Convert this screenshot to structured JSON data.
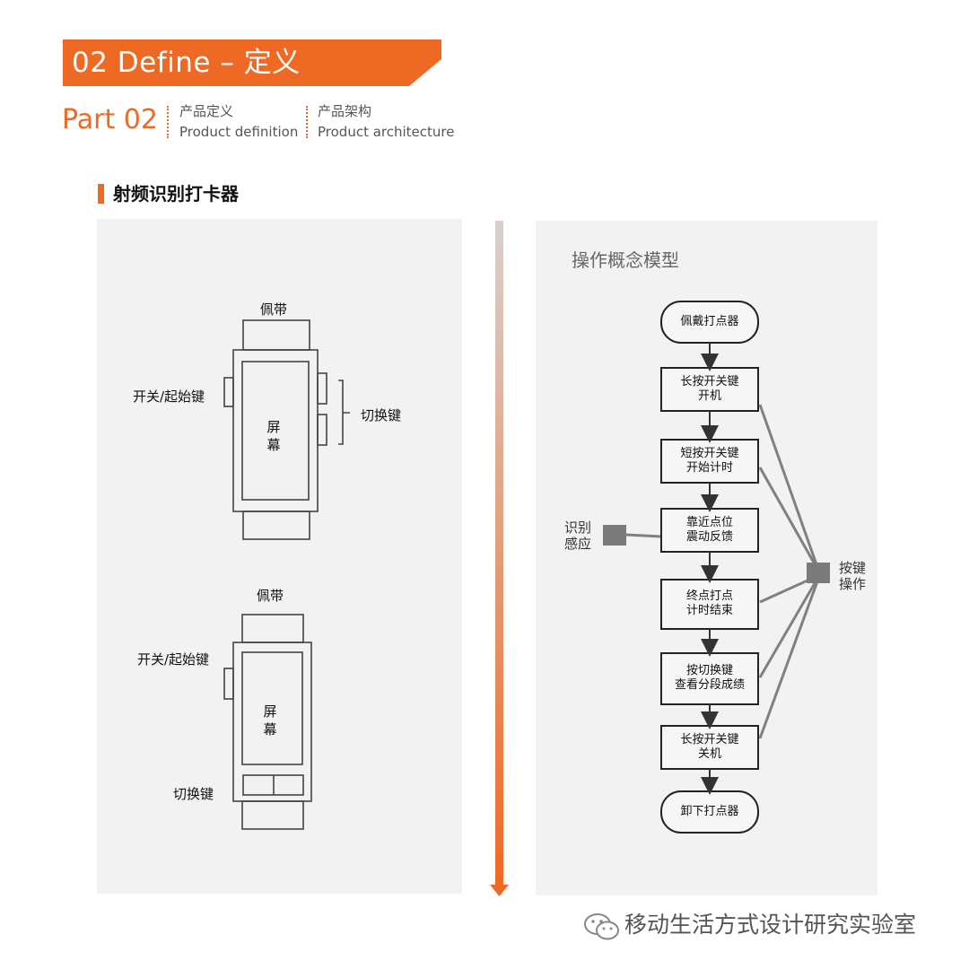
{
  "header": {
    "banner_title": "02  Define – 定义",
    "part_label": "Part 02",
    "sections": [
      {
        "zh": "产品定义",
        "en": "Product definition"
      },
      {
        "zh": "产品架构",
        "en": "Product architecture"
      }
    ]
  },
  "section_title": "射频识别打卡器",
  "device_top": {
    "strap": "佩带",
    "power_start_key": "开关/起始键",
    "switch_key": "切换键",
    "screen": [
      "屏",
      "幕"
    ]
  },
  "device_bottom": {
    "strap": "佩带",
    "power_start_key": "开关/起始键",
    "switch_key": "切换键",
    "screen": [
      "屏",
      "幕"
    ]
  },
  "model": {
    "title": "操作概念模型",
    "steps": [
      {
        "lines": [
          "佩戴打点器"
        ],
        "shape": "rounded"
      },
      {
        "lines": [
          "长按开关键",
          "开机"
        ],
        "shape": "rect"
      },
      {
        "lines": [
          "短按开关键",
          "开始计时"
        ],
        "shape": "rect"
      },
      {
        "lines": [
          "靠近点位",
          "震动反馈"
        ],
        "shape": "rect"
      },
      {
        "lines": [
          "终点打点",
          "计时结束"
        ],
        "shape": "rect"
      },
      {
        "lines": [
          "按切换键",
          "查看分段成绩"
        ],
        "shape": "rect"
      },
      {
        "lines": [
          "长按开关键",
          "关机"
        ],
        "shape": "rect"
      },
      {
        "lines": [
          "卸下打点器"
        ],
        "shape": "rounded"
      }
    ],
    "sensor_label": [
      "识别",
      "感应"
    ],
    "button_label": [
      "按键",
      "操作"
    ]
  },
  "footer": "移动生活方式设计研究实验室",
  "colors": {
    "accent": "#ee6a24",
    "panel": "#f2f2f2",
    "node": "#7a7a7a"
  },
  "icons": [
    "wechat-icon"
  ]
}
